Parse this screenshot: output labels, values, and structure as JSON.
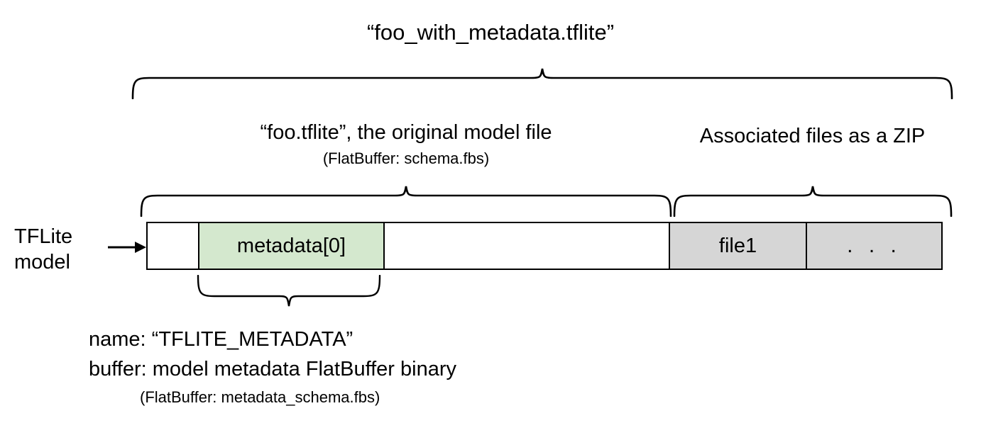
{
  "diagram": {
    "title": "“foo_with_metadata.tflite”",
    "labels": {
      "original_model": "“foo.tflite”, the original model file",
      "original_model_sub": "(FlatBuffer: schema.fbs)",
      "associated_files": "Associated files as a ZIP",
      "source": "TFLite model"
    },
    "bar_cells": [
      {
        "id": "blank-left",
        "label": "",
        "fill": "#ffffff"
      },
      {
        "id": "metadata",
        "label": "metadata[0]",
        "fill": "#d4e8ce"
      },
      {
        "id": "blank-right",
        "label": "",
        "fill": "#ffffff"
      },
      {
        "id": "file1",
        "label": "file1",
        "fill": "#d6d6d6"
      },
      {
        "id": "more-files",
        "label": ". . .",
        "fill": "#d6d6d6"
      }
    ],
    "metadata_note": {
      "name_line": "name: “TFLITE_METADATA”",
      "buffer_line": "buffer: model metadata FlatBuffer binary",
      "schema_line": "(FlatBuffer: metadata_schema.fbs)"
    },
    "colors": {
      "metadata_fill": "#d4e8ce",
      "zip_fill": "#d6d6d6",
      "stroke": "#000000",
      "background": "#ffffff"
    }
  }
}
